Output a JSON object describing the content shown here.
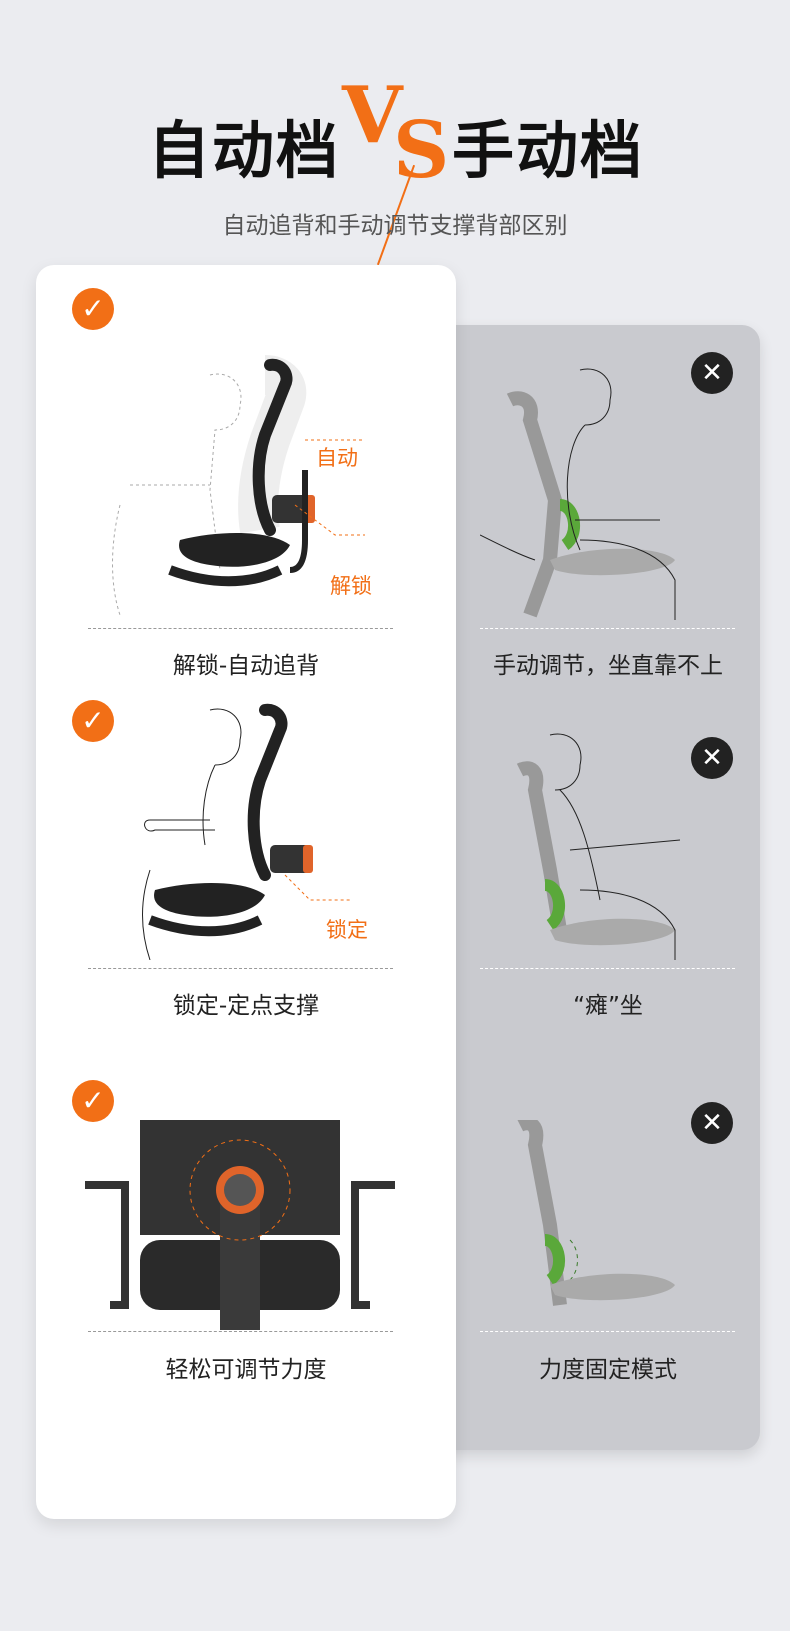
{
  "header": {
    "left_title": "自动档",
    "vs_v": "V",
    "vs_s": "S",
    "right_title": "手动档",
    "subtitle": "自动追背和手动调节支撑背部区别"
  },
  "auto": {
    "items": [
      {
        "caption": "解锁-自动追背",
        "labels": [
          "自动",
          "解锁"
        ]
      },
      {
        "caption": "锁定-定点支撑",
        "labels": [
          "锁定"
        ]
      },
      {
        "caption": "轻松可调节力度"
      }
    ],
    "icon": "check-icon"
  },
  "manual": {
    "items": [
      {
        "caption": "手动调节，坐直靠不上"
      },
      {
        "caption": "“瘫”坐"
      },
      {
        "caption": "力度固定模式"
      }
    ],
    "icon": "close-icon"
  },
  "colors": {
    "accent": "#f26f16",
    "bg": "#ebecf0",
    "gray_card": "#c9cacf",
    "green": "#5aa83a"
  }
}
